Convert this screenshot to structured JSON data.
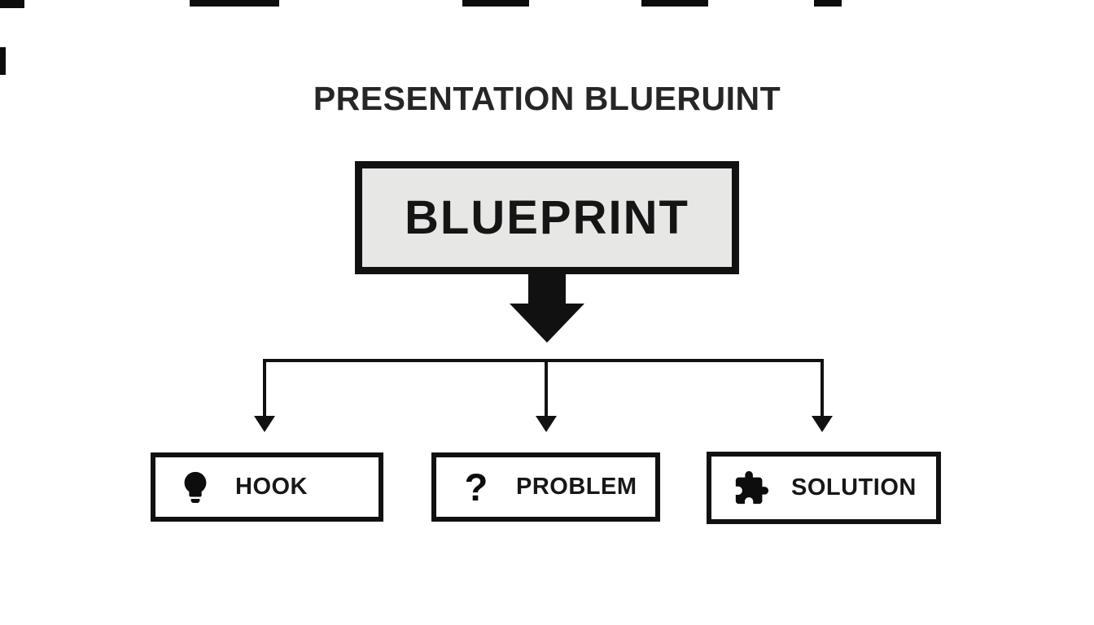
{
  "title": "PRESENTATION BLUERUINT",
  "main_box": {
    "label": "BLUEPRINT"
  },
  "branches": [
    {
      "label": "HOOK",
      "icon": "lightbulb-icon"
    },
    {
      "label": "PROBLEM",
      "icon": "question-mark-icon",
      "icon_glyph": "?"
    },
    {
      "label": "SOLUTION",
      "icon": "puzzle-icon"
    }
  ],
  "colors": {
    "background": "#ffffff",
    "line": "#111111",
    "main_box_fill": "#e7e7e5",
    "text": "#1a1a1a"
  }
}
